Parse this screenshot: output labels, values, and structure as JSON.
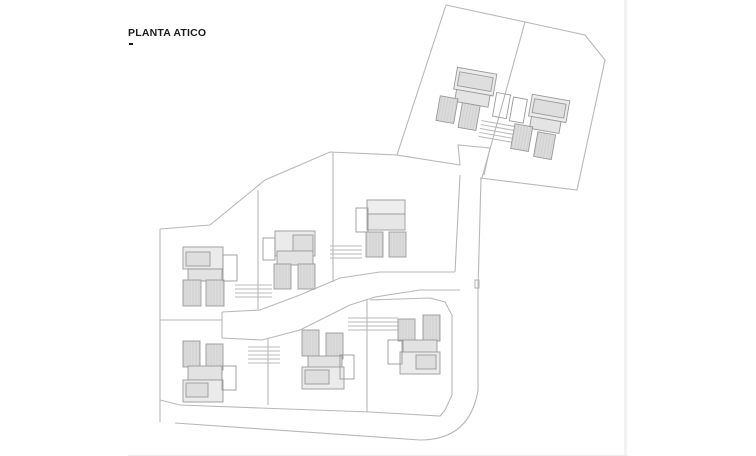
{
  "drawing": {
    "title": "PLANTA ATICO",
    "type": "architectural site plan",
    "colors": {
      "line": "#b5b5b5",
      "house_fill": "#dcdcdc",
      "roof_fill": "#d4d4d4",
      "title": "#1a1a1a",
      "background": "#ffffff"
    },
    "plots": [
      {
        "name": "plot-north-left"
      },
      {
        "name": "plot-north-right"
      },
      {
        "name": "plot-west-1"
      },
      {
        "name": "plot-west-2"
      },
      {
        "name": "plot-west-3"
      },
      {
        "name": "plot-south-1"
      },
      {
        "name": "plot-south-2"
      },
      {
        "name": "plot-south-3"
      }
    ],
    "house_count": 8
  }
}
